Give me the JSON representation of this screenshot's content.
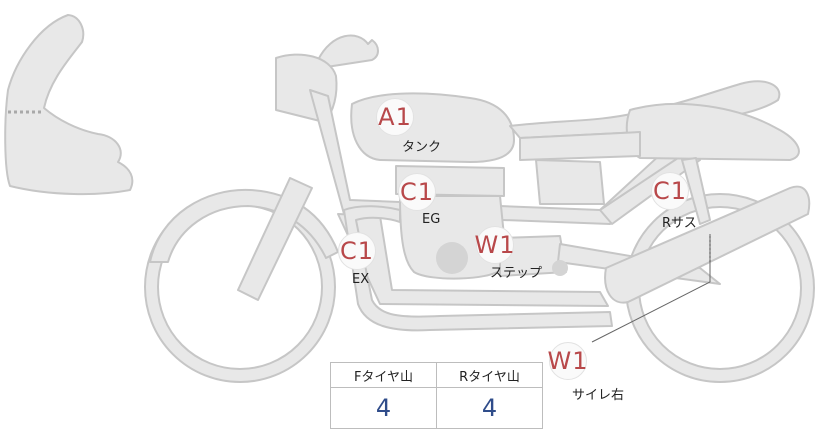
{
  "parts": [
    {
      "id": "tank",
      "code": "A1",
      "label": "タンク"
    },
    {
      "id": "eg",
      "code": "C1",
      "label": "EG"
    },
    {
      "id": "ex",
      "code": "C1",
      "label": "EX"
    },
    {
      "id": "step",
      "code": "W1",
      "label": "ステップ"
    },
    {
      "id": "rsus",
      "code": "C1",
      "label": "Rサス"
    },
    {
      "id": "muffler-right",
      "code": "W1",
      "label": "サイレ右"
    }
  ],
  "tire_table": {
    "headers": [
      "Fタイヤ山",
      "Rタイヤ山"
    ],
    "values": [
      "4",
      "4"
    ]
  },
  "colors": {
    "body_fill": "#e8e8e8",
    "outline": "#c4c4c4",
    "code_text": "#b8484a",
    "tire_value_text": "#2f4c8a"
  }
}
